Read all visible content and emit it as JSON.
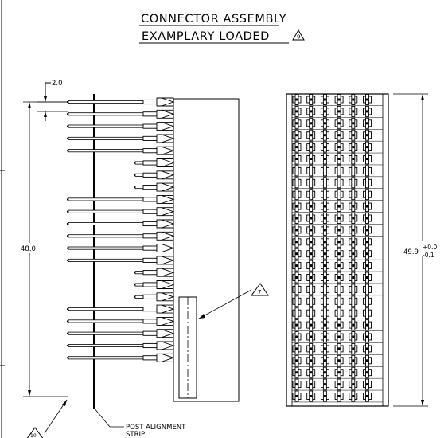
{
  "title": {
    "line1": "CONNECTOR ASSEMBLY",
    "line2": "EXAMPLARY LOADED",
    "note_flag": "9"
  },
  "side_view": {
    "pin_pitch_dim": "2.0",
    "overall_height_dim": "48.0",
    "note_flag_keying": "7",
    "note_flag_pin": "10",
    "callout_label_line1": "POST ALIGNMENT",
    "callout_label_line2": "STRIP",
    "rows": [
      "long",
      "long",
      "long",
      "long",
      "long",
      "short",
      "short",
      "short",
      "long",
      "long",
      "long",
      "long",
      "long",
      "long",
      "short",
      "short",
      "short",
      "long",
      "long",
      "long",
      "long",
      "long"
    ]
  },
  "front_view": {
    "height_dim_value": "49.9",
    "tol_plus": "+0.0",
    "tol_minus": "-0.1",
    "columns": 6,
    "open_rows": [
      6,
      7,
      8,
      16,
      17,
      18
    ]
  }
}
